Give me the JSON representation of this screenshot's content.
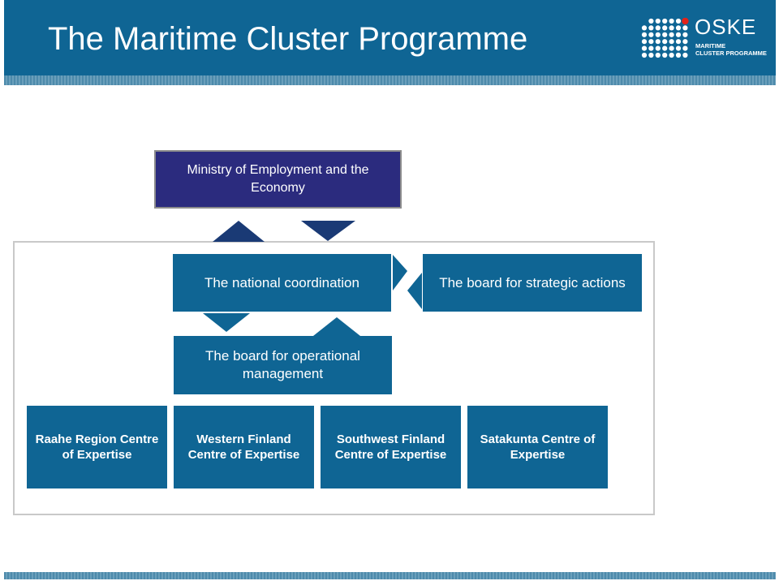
{
  "header": {
    "title": "The Maritime Cluster Programme",
    "logo_word": "OSKE",
    "logo_sub_line1": "MARITIME",
    "logo_sub_line2": "CLUSTER PROGRAMME"
  },
  "nodes": {
    "ministry": "Ministry of Employment and the Economy",
    "national": "The national coordination",
    "strategic": "The board for strategic actions",
    "operational": "The board for operational management"
  },
  "centres": [
    "Raahe Region Centre of Expertise",
    "Western Finland Centre of Expertise",
    "Southwest Finland Centre of Expertise",
    "Satakunta Centre of Expertise"
  ],
  "colors": {
    "primary": "#0f6594",
    "ministry": "#2b2b7e",
    "arrow_dark": "#1a3a75",
    "logo_accent": "#e2231a"
  }
}
